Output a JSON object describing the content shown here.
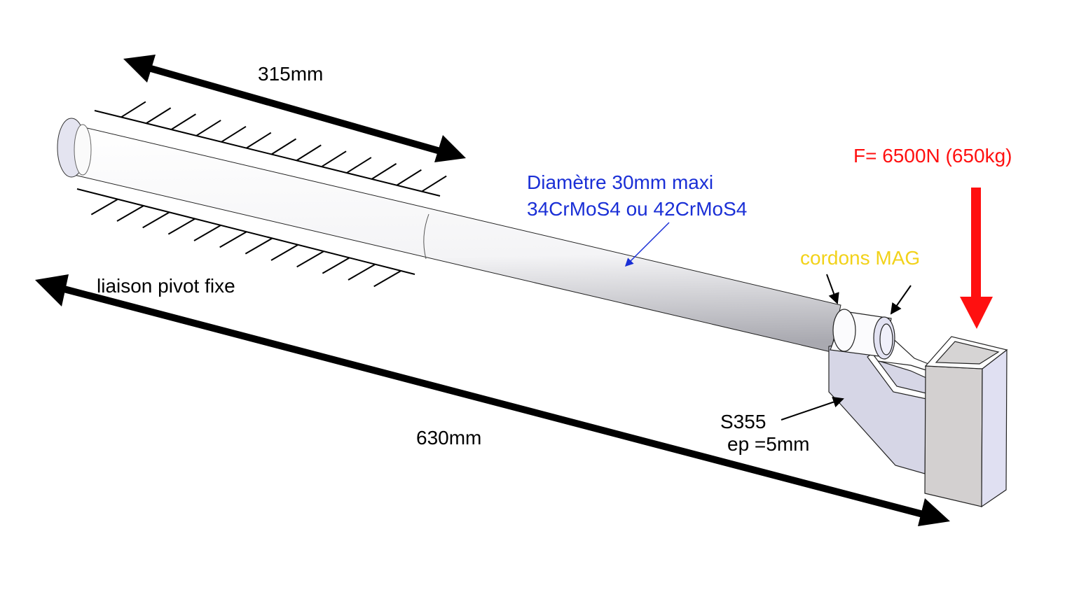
{
  "labels": {
    "dim_short": "315mm",
    "dim_long": "630mm",
    "shaft_spec_line1": "Diamètre 30mm maxi",
    "shaft_spec_line2": "34CrMoS4 ou 42CrMoS4",
    "force": "F= 6500N (650kg)",
    "welds": "cordons MAG",
    "support": "liaison pivot fixe",
    "plate_material": "S355",
    "plate_thickness": "ep =5mm"
  },
  "colors": {
    "shaft_spec": "#1a2fd6",
    "force": "#ff1010",
    "welds": "#f2d21a",
    "text": "#000000"
  }
}
